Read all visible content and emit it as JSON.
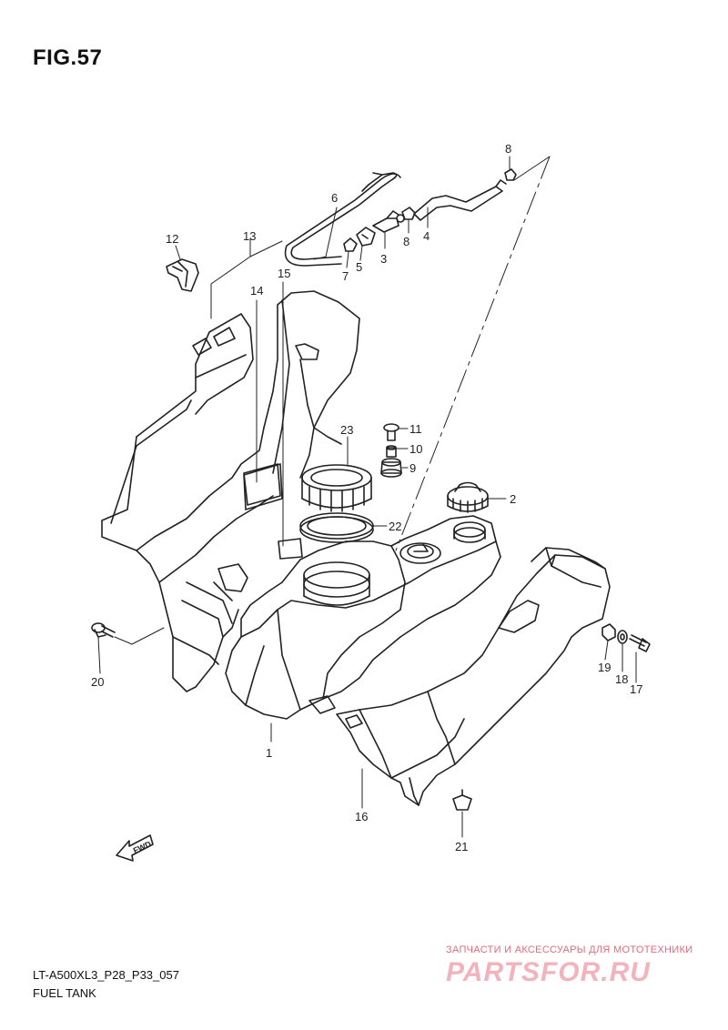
{
  "header": {
    "fig_label": "FIG.57"
  },
  "footer": {
    "model_code": "LT-A500XL3_P28_P33_057",
    "section_name": "FUEL TANK"
  },
  "watermark": {
    "caption": "ЗАПЧАСТИ И АКСЕССУАРЫ ДЛЯ МОТОТЕХНИКИ",
    "logo": "PARTSFOR.RU",
    "color": "#e36a7c"
  },
  "arrow": {
    "label": "FWD"
  },
  "callouts": [
    "1",
    "2",
    "3",
    "4",
    "5",
    "6",
    "7",
    "8",
    "9",
    "10",
    "11",
    "12",
    "13",
    "14",
    "15",
    "16",
    "17",
    "18",
    "19",
    "20",
    "21",
    "22",
    "23"
  ],
  "colors": {
    "line": "#222222",
    "background": "#ffffff"
  }
}
